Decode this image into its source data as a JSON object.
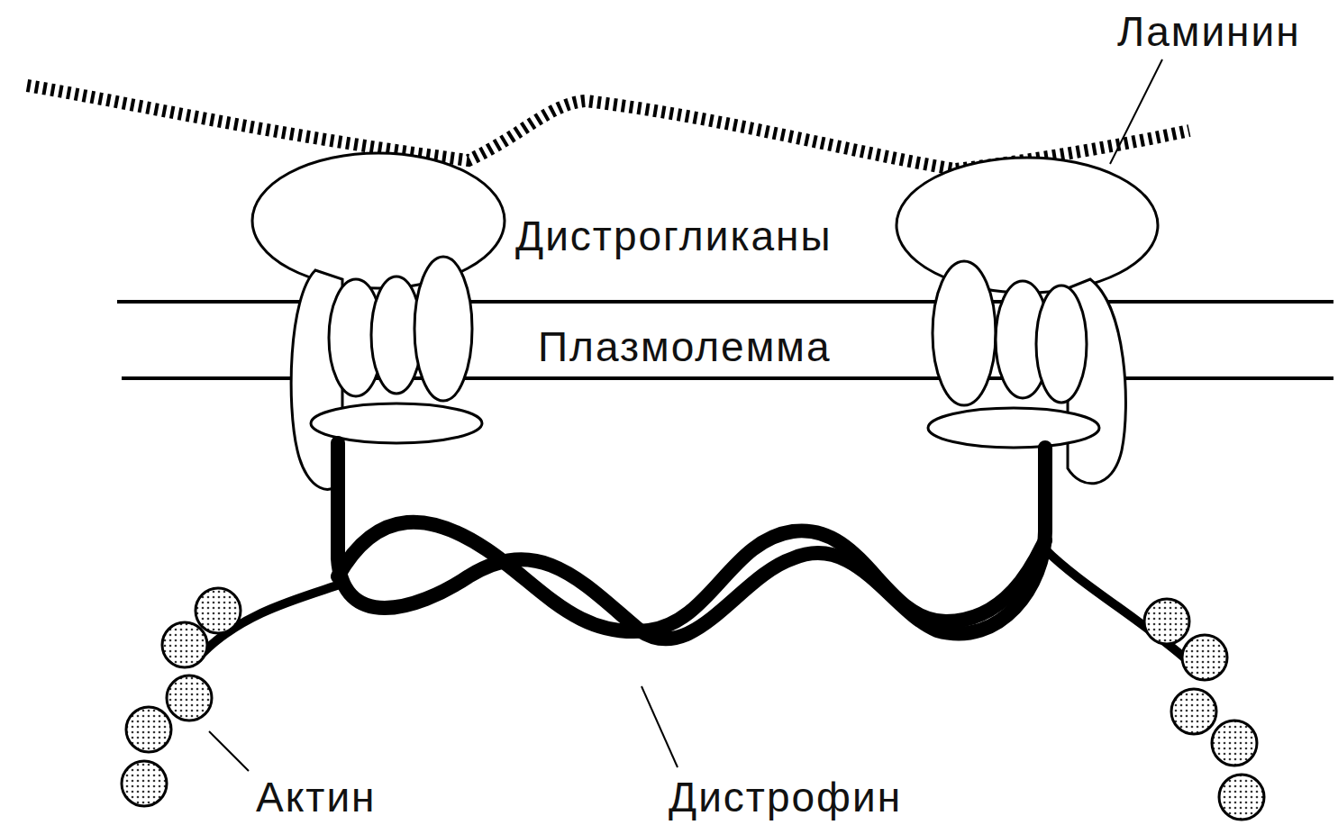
{
  "diagram": {
    "labels": [
      "Ламинин",
      "Дистрогликаны",
      "Плазмолемма",
      "Актин",
      "Дистрофин"
    ]
  }
}
